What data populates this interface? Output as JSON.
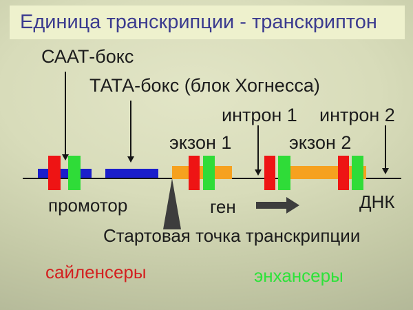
{
  "slide": {
    "title": "Единица транскрипции - транскриптон"
  },
  "diagram": {
    "labels": {
      "caat_box": "СААТ-бокс",
      "tata_box": "ТАТА-бокс (блок Хогнесса)",
      "intron_1": "интрон 1",
      "intron_2": "интрон 2",
      "exon_1": "экзон 1",
      "exon_2": "экзон 2",
      "promoter": "промотор",
      "gene": "ген",
      "dna": "ДНК",
      "transcription_start": "Стартовая точка транскрипции",
      "silencers": "сайленсеры",
      "enhancers": "энхансеры"
    },
    "colors": {
      "title_bg": "#eef1cd",
      "title_text_navy": "#3b3b8f",
      "silencer_red": "#ee1414",
      "enhancer_green": "#2fdc38",
      "promoter_blue": "#1a1ecb",
      "exon_orange": "#f6a11f",
      "dna_line_black": "#171717",
      "marker_dark_gray": "#3d3d3d",
      "silencers_text_red": "#d32020",
      "enhancers_text_green": "#2ee23a"
    }
  }
}
